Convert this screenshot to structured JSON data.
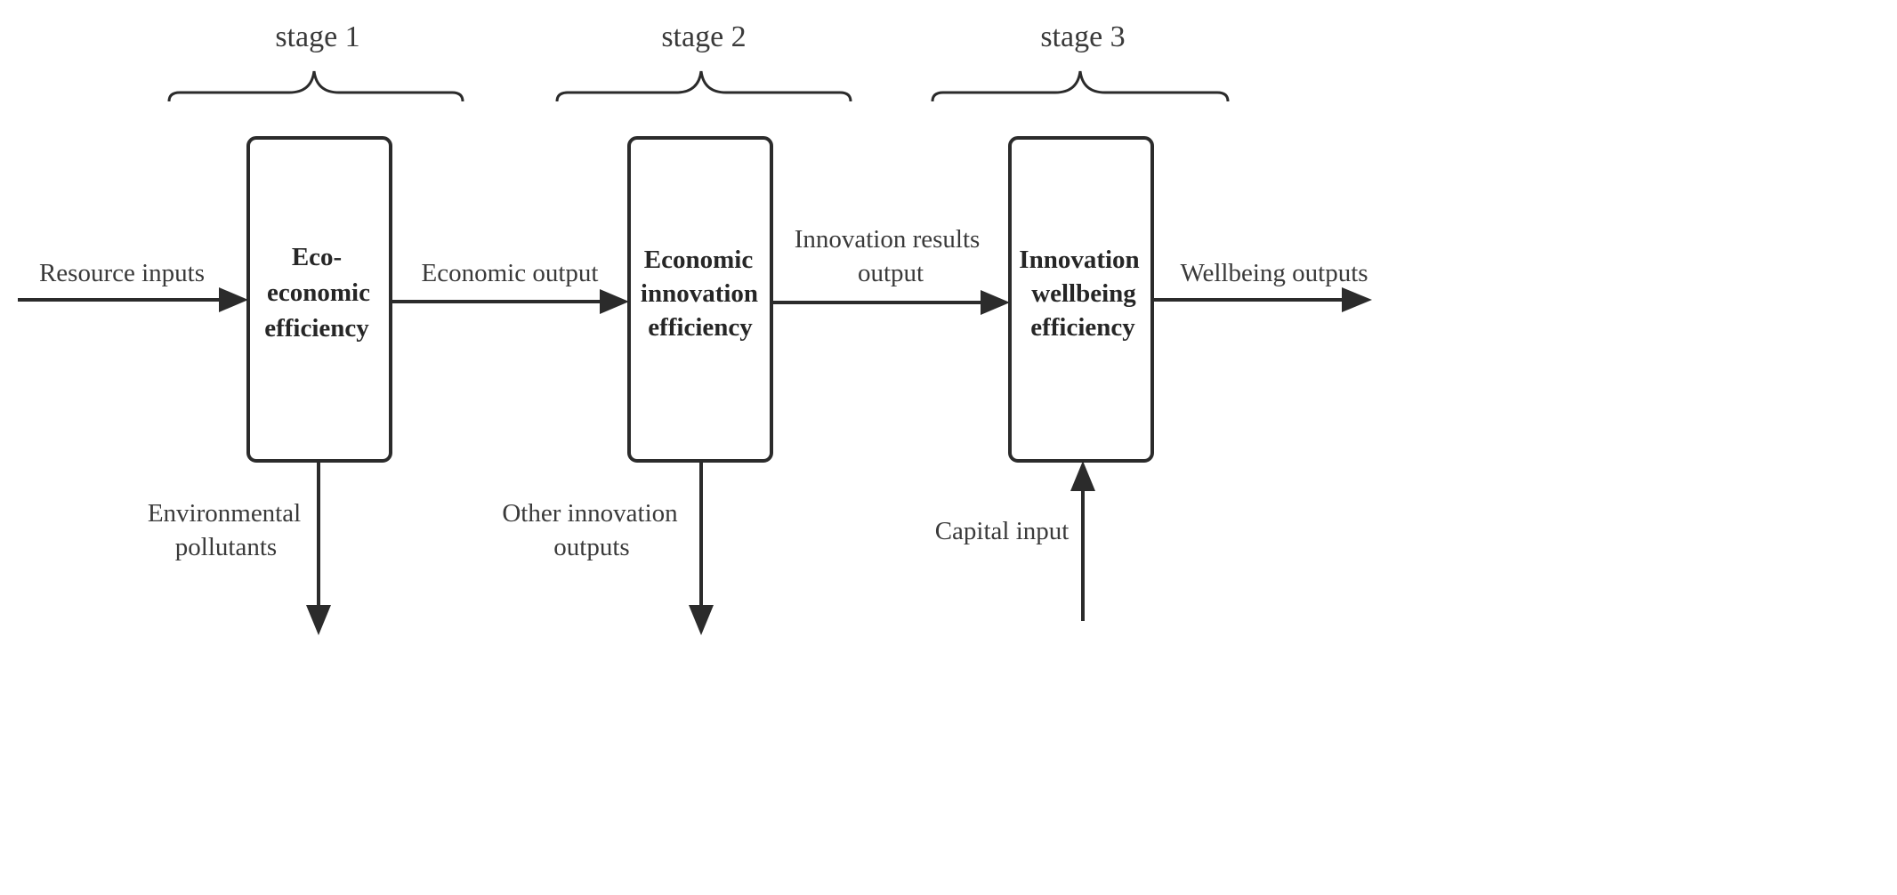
{
  "diagram": {
    "stages": [
      {
        "label": "stage 1"
      },
      {
        "label": "stage 2"
      },
      {
        "label": "stage 3"
      }
    ],
    "boxes": [
      {
        "lines": [
          "Eco-",
          "economic",
          "efficiency"
        ]
      },
      {
        "lines": [
          "Economic",
          "innovation",
          "efficiency"
        ]
      },
      {
        "lines": [
          "Innovation",
          "wellbeing",
          "efficiency"
        ]
      }
    ],
    "flows": {
      "resource_inputs": "Resource inputs",
      "economic_output": "Economic output",
      "innovation_results_output": [
        "Innovation results",
        "output"
      ],
      "wellbeing_outputs": "Wellbeing outputs",
      "environmental_pollutants": [
        "Environmental",
        "pollutants"
      ],
      "other_innovation_outputs": [
        "Other innovation",
        "outputs"
      ],
      "capital_input": "Capital input"
    },
    "colors": {
      "stroke": "#2b2b2b",
      "text": "#3a3a3a",
      "background": "#ffffff"
    }
  }
}
